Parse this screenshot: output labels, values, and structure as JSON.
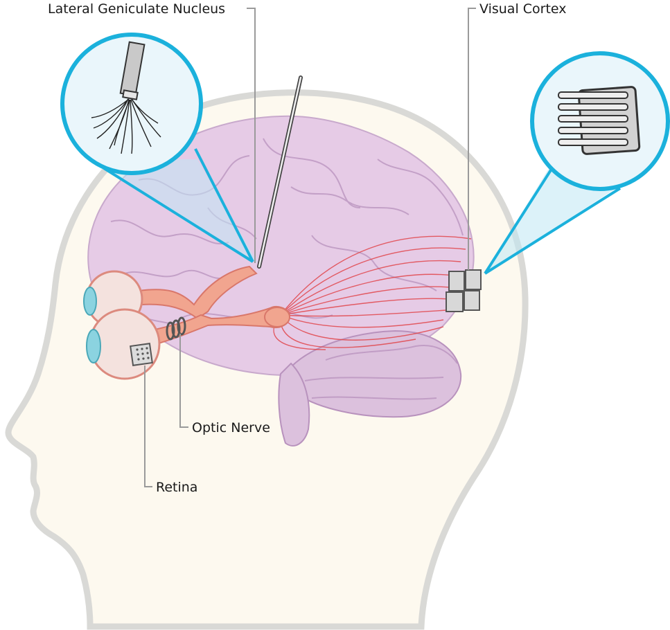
{
  "labels": {
    "lgn": "Lateral Geniculate Nucleus",
    "visual_cortex": "Visual Cortex",
    "optic_nerve": "Optic Nerve",
    "retina": "Retina"
  },
  "colors": {
    "zoom_accent": "#1bb1dc",
    "brain": "#e6cbe6",
    "optic_radiation": "#e0454a",
    "nerve": "#f1a58f",
    "head_outline": "#d9d9d6"
  },
  "icons": {
    "lgn_zoom": "microwire-brush-electrode-icon",
    "cortex_zoom": "microelectrode-array-icon",
    "retina_implant": "retinal-implant-icon",
    "probe": "depth-probe-icon"
  }
}
